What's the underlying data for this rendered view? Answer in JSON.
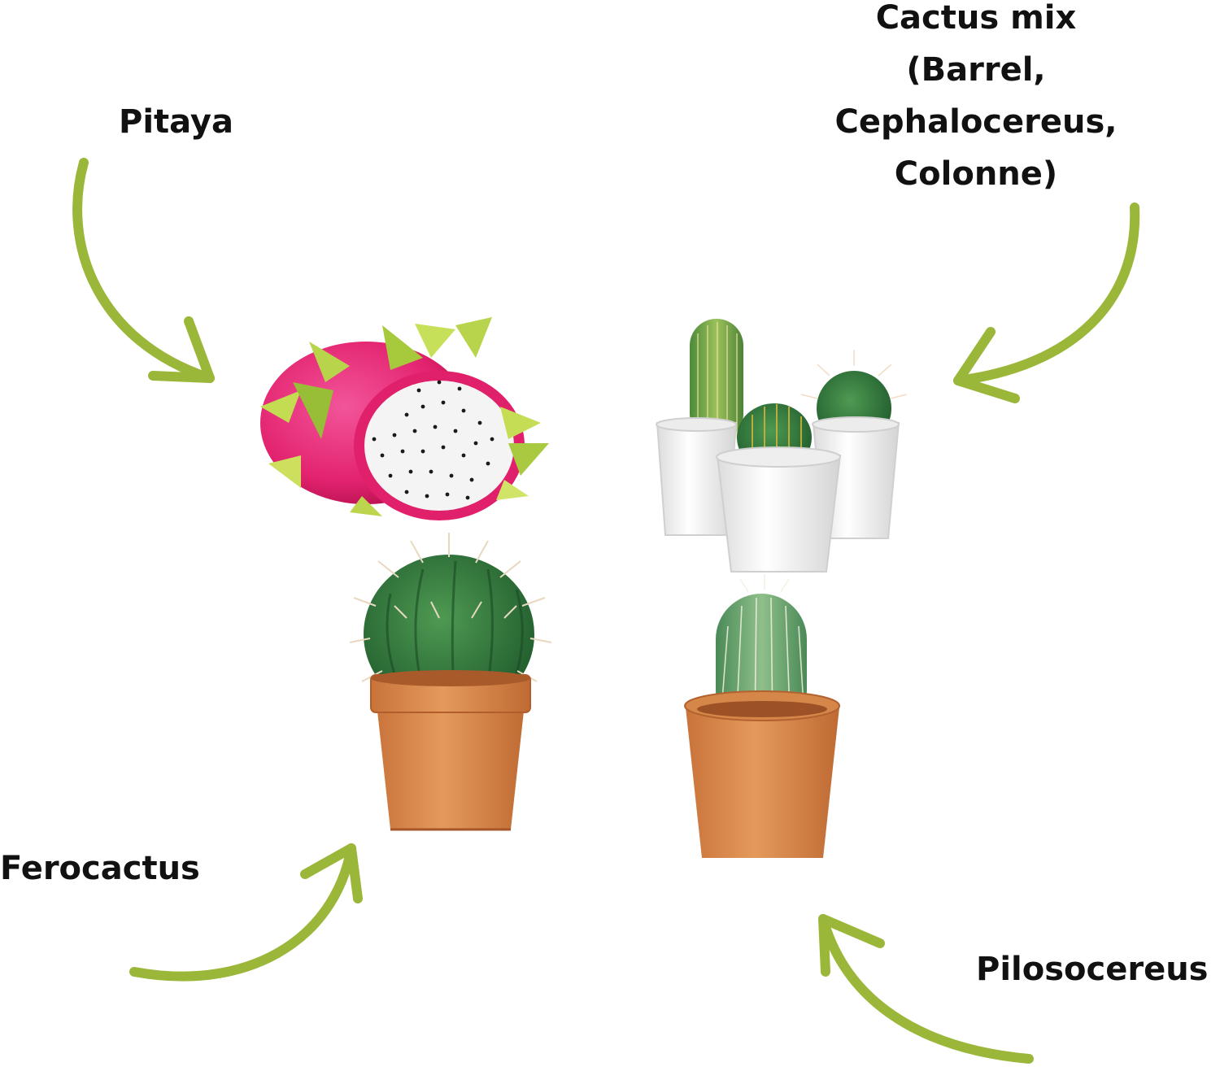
{
  "labels": {
    "pitaya": "Pitaya",
    "mix": [
      "Cactus mix",
      "(Barrel,",
      "Cephalocereus,",
      "Colonne)"
    ],
    "ferocactus": "Ferocactus",
    "pilosocereus": "Pilosocereus"
  },
  "colors": {
    "arrow": "#9BB73A",
    "text": "#111111",
    "background": "#ffffff"
  },
  "icons": {
    "pitaya": "dragon-fruit-photo",
    "mix": "three-potted-cacti-photo",
    "ferocactus": "barrel-cactus-in-terracotta-pot-photo",
    "pilosocereus": "columnar-cactus-in-terracotta-pot-photo"
  }
}
